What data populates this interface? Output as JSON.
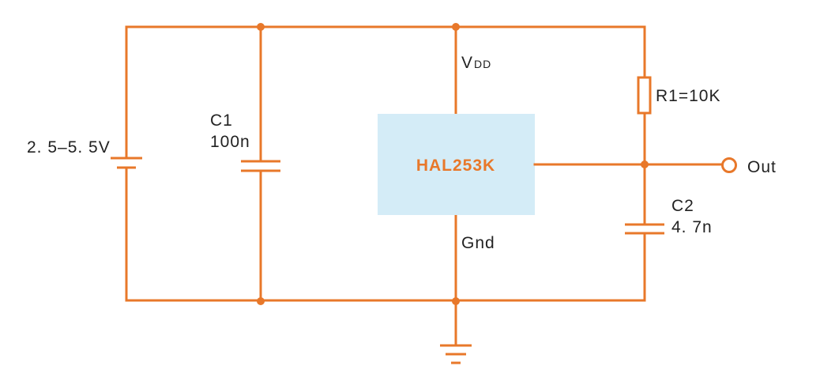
{
  "colors": {
    "wire": "#e8782a",
    "ic_fill": "#d4ecf7",
    "ic_text": "#e8782a",
    "label_text": "#222222"
  },
  "ic": {
    "name": "HAL253K"
  },
  "pins": {
    "vdd_main": "V",
    "vdd_sub": "DD",
    "gnd": "Gnd"
  },
  "supply": {
    "voltage": "2. 5–5. 5V"
  },
  "c1": {
    "name": "C1",
    "value": "100n"
  },
  "c2": {
    "name": "C2",
    "value": "4. 7n"
  },
  "r1": {
    "label": "R1=10K"
  },
  "output": {
    "label": "Out"
  }
}
